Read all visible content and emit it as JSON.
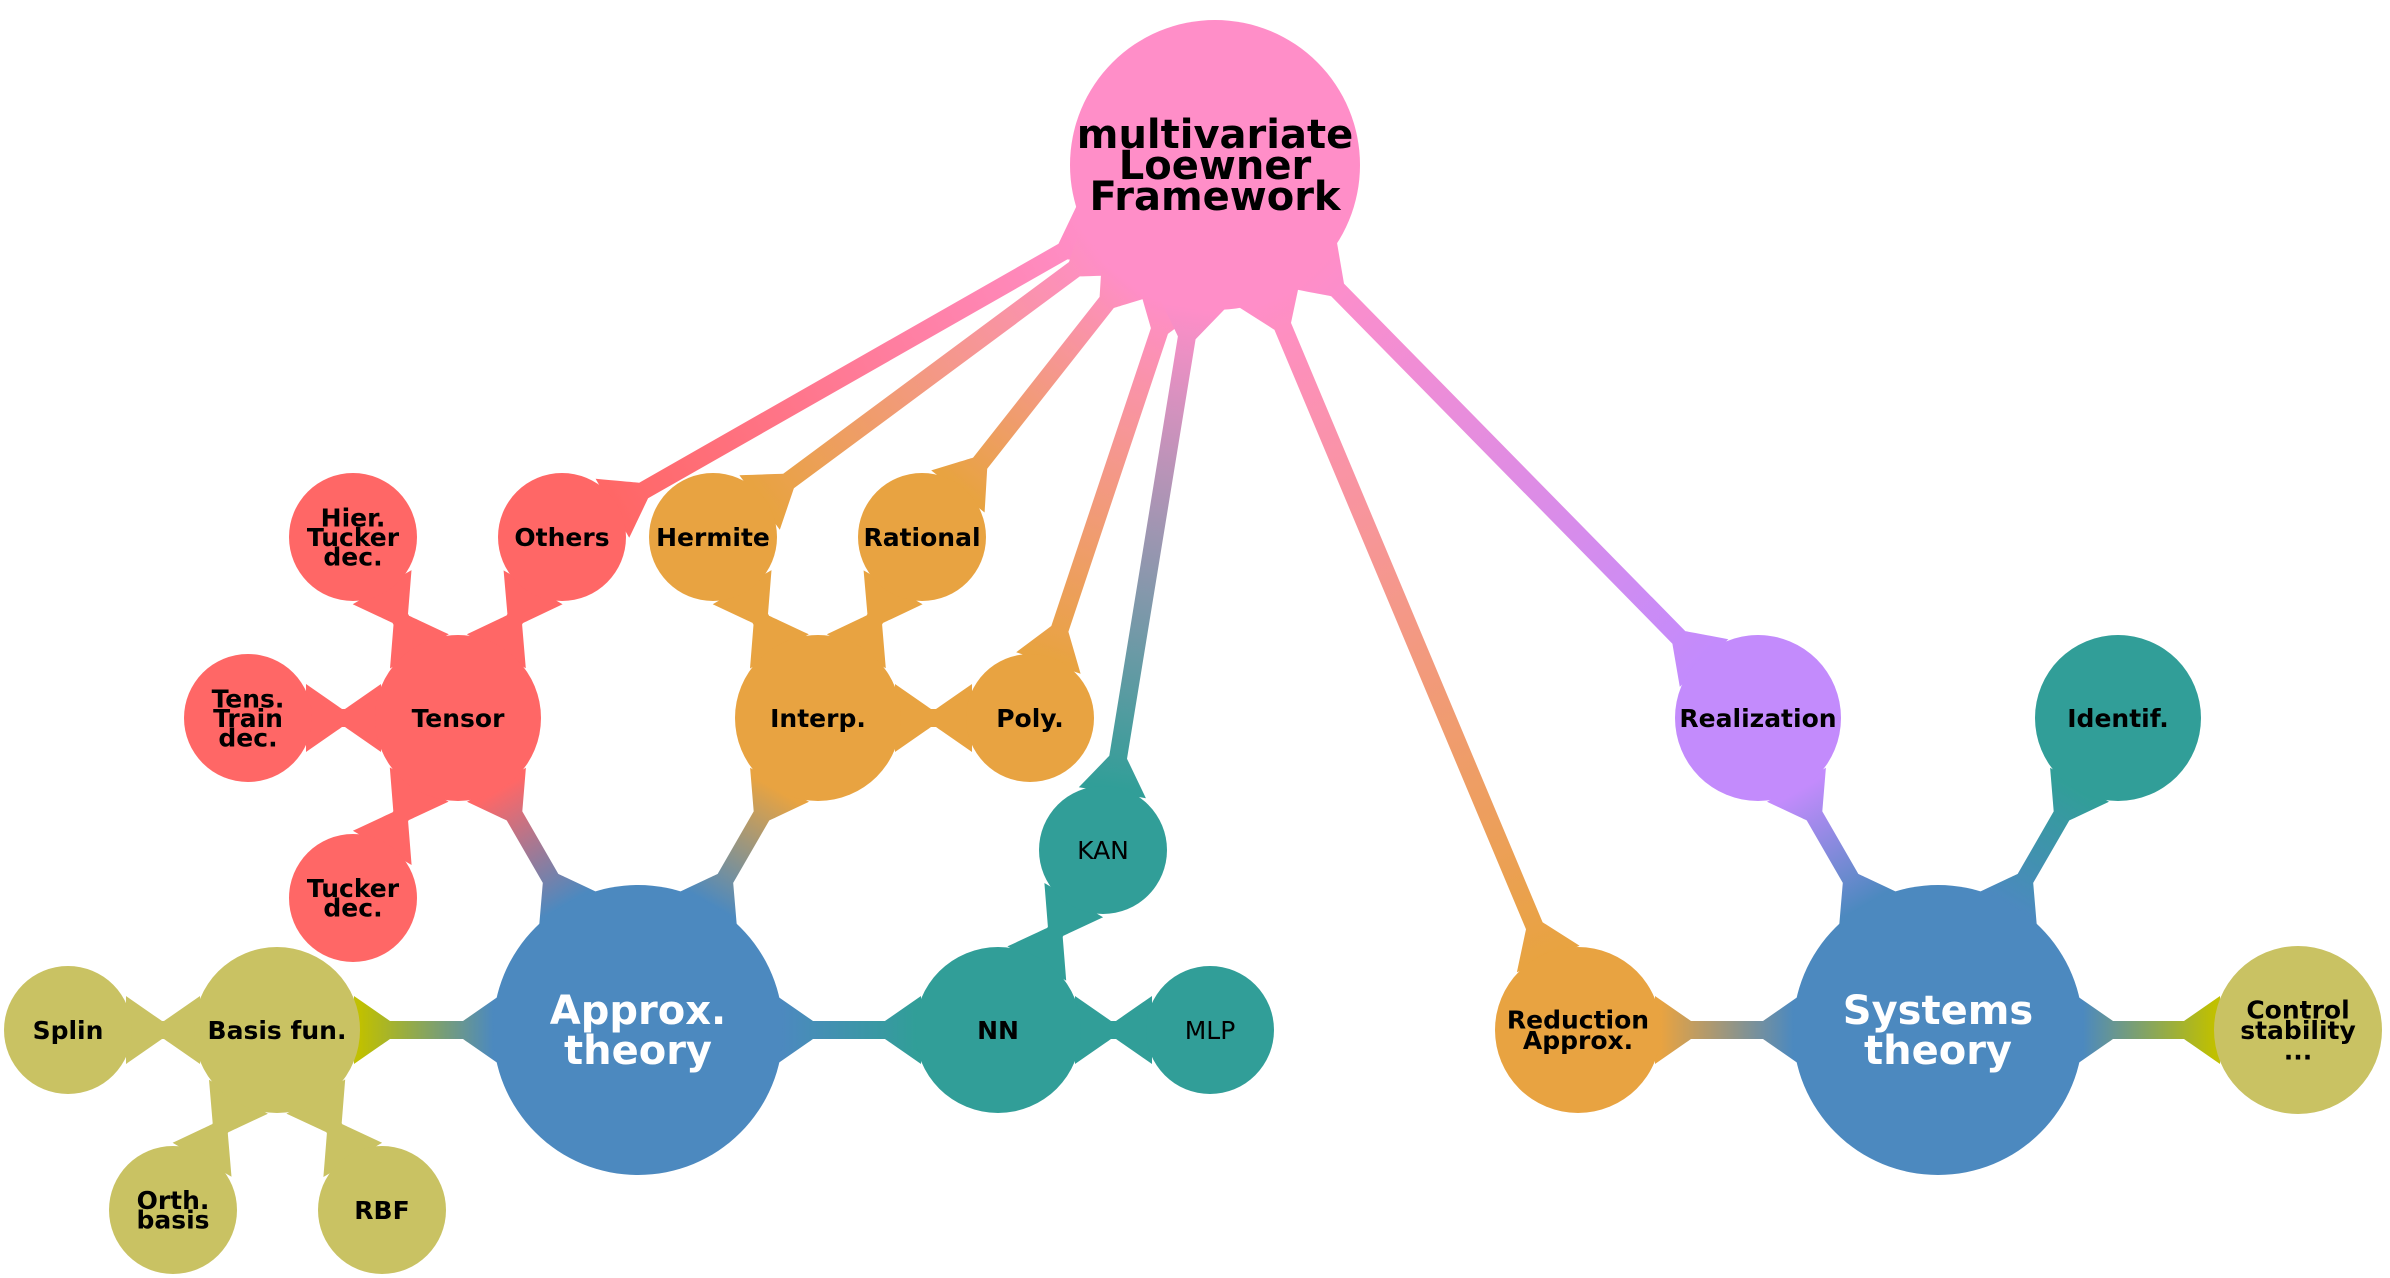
{
  "title": "multivariate Loewner Framework mind map",
  "colors": {
    "root": "#FF8EC8",
    "tensor": "#FF6766",
    "interp": "#E8A341",
    "approx": "#4C89BF",
    "teal": "#319E98",
    "olive": "#C9C263",
    "purple": "#C38BFC",
    "olive_joint": "#C0C000"
  },
  "nodes": [
    {
      "id": "root",
      "lines": [
        "multivariate",
        "Loewner",
        "Framework"
      ],
      "color": "root",
      "level": "root"
    },
    {
      "id": "approx",
      "lines": [
        "Approx.",
        "theory"
      ],
      "color": "approx",
      "level": "major",
      "text": "light"
    },
    {
      "id": "systems",
      "lines": [
        "Systems",
        "theory"
      ],
      "color": "approx",
      "level": "major",
      "text": "light"
    },
    {
      "id": "tensor",
      "lines": [
        "Tensor"
      ],
      "color": "tensor",
      "level": "mid"
    },
    {
      "id": "hier-tucker",
      "lines": [
        "Hier.",
        "Tucker",
        "dec."
      ],
      "color": "tensor",
      "level": "leaf"
    },
    {
      "id": "others",
      "lines": [
        "Others"
      ],
      "color": "tensor",
      "level": "leaf"
    },
    {
      "id": "tens-train",
      "lines": [
        "Tens.",
        "Train",
        "dec."
      ],
      "color": "tensor",
      "level": "leaf"
    },
    {
      "id": "tucker",
      "lines": [
        "Tucker",
        "dec."
      ],
      "color": "tensor",
      "level": "leaf"
    },
    {
      "id": "interp",
      "lines": [
        "Interp."
      ],
      "color": "interp",
      "level": "mid"
    },
    {
      "id": "hermite",
      "lines": [
        "Hermite"
      ],
      "color": "interp",
      "level": "leaf"
    },
    {
      "id": "rational",
      "lines": [
        "Rational"
      ],
      "color": "interp",
      "level": "leaf"
    },
    {
      "id": "poly",
      "lines": [
        "Poly."
      ],
      "color": "interp",
      "level": "leaf"
    },
    {
      "id": "nn",
      "lines": [
        "NN"
      ],
      "color": "teal",
      "level": "mid"
    },
    {
      "id": "kan",
      "lines": [
        "KAN"
      ],
      "color": "teal",
      "level": "leaf",
      "weight": "regular"
    },
    {
      "id": "mlp",
      "lines": [
        "MLP"
      ],
      "color": "teal",
      "level": "leaf",
      "weight": "regular"
    },
    {
      "id": "basis",
      "lines": [
        "Basis fun."
      ],
      "color": "olive",
      "level": "mid"
    },
    {
      "id": "splin",
      "lines": [
        "Splin"
      ],
      "color": "olive",
      "level": "leaf"
    },
    {
      "id": "orth",
      "lines": [
        "Orth.",
        "basis"
      ],
      "color": "olive",
      "level": "leaf"
    },
    {
      "id": "rbf",
      "lines": [
        "RBF"
      ],
      "color": "olive",
      "level": "leaf"
    },
    {
      "id": "reduction",
      "lines": [
        "Reduction",
        "Approx."
      ],
      "color": "interp",
      "level": "mid"
    },
    {
      "id": "realization",
      "lines": [
        "Realization"
      ],
      "color": "purple",
      "level": "mid"
    },
    {
      "id": "identif",
      "lines": [
        "Identif."
      ],
      "color": "teal",
      "level": "mid"
    },
    {
      "id": "control",
      "lines": [
        "Control",
        "stability",
        "..."
      ],
      "color": "olive",
      "level": "mid"
    }
  ],
  "edges": [
    {
      "from": "root",
      "to": "others"
    },
    {
      "from": "root",
      "to": "hermite"
    },
    {
      "from": "root",
      "to": "rational"
    },
    {
      "from": "root",
      "to": "poly"
    },
    {
      "from": "root",
      "to": "kan"
    },
    {
      "from": "root",
      "to": "reduction"
    },
    {
      "from": "root",
      "to": "realization"
    },
    {
      "from": "tensor",
      "to": "hier-tucker"
    },
    {
      "from": "tensor",
      "to": "others"
    },
    {
      "from": "tensor",
      "to": "tens-train"
    },
    {
      "from": "tensor",
      "to": "tucker"
    },
    {
      "from": "interp",
      "to": "hermite"
    },
    {
      "from": "interp",
      "to": "rational"
    },
    {
      "from": "interp",
      "to": "poly"
    },
    {
      "from": "approx",
      "to": "tensor"
    },
    {
      "from": "approx",
      "to": "interp"
    },
    {
      "from": "approx",
      "to": "nn"
    },
    {
      "from": "approx",
      "to": "basis",
      "joint": "olive_joint"
    },
    {
      "from": "nn",
      "to": "kan"
    },
    {
      "from": "nn",
      "to": "mlp"
    },
    {
      "from": "basis",
      "to": "splin"
    },
    {
      "from": "basis",
      "to": "orth"
    },
    {
      "from": "basis",
      "to": "rbf"
    },
    {
      "from": "systems",
      "to": "reduction"
    },
    {
      "from": "systems",
      "to": "realization"
    },
    {
      "from": "systems",
      "to": "identif"
    },
    {
      "from": "systems",
      "to": "control",
      "joint": "olive_joint"
    }
  ]
}
